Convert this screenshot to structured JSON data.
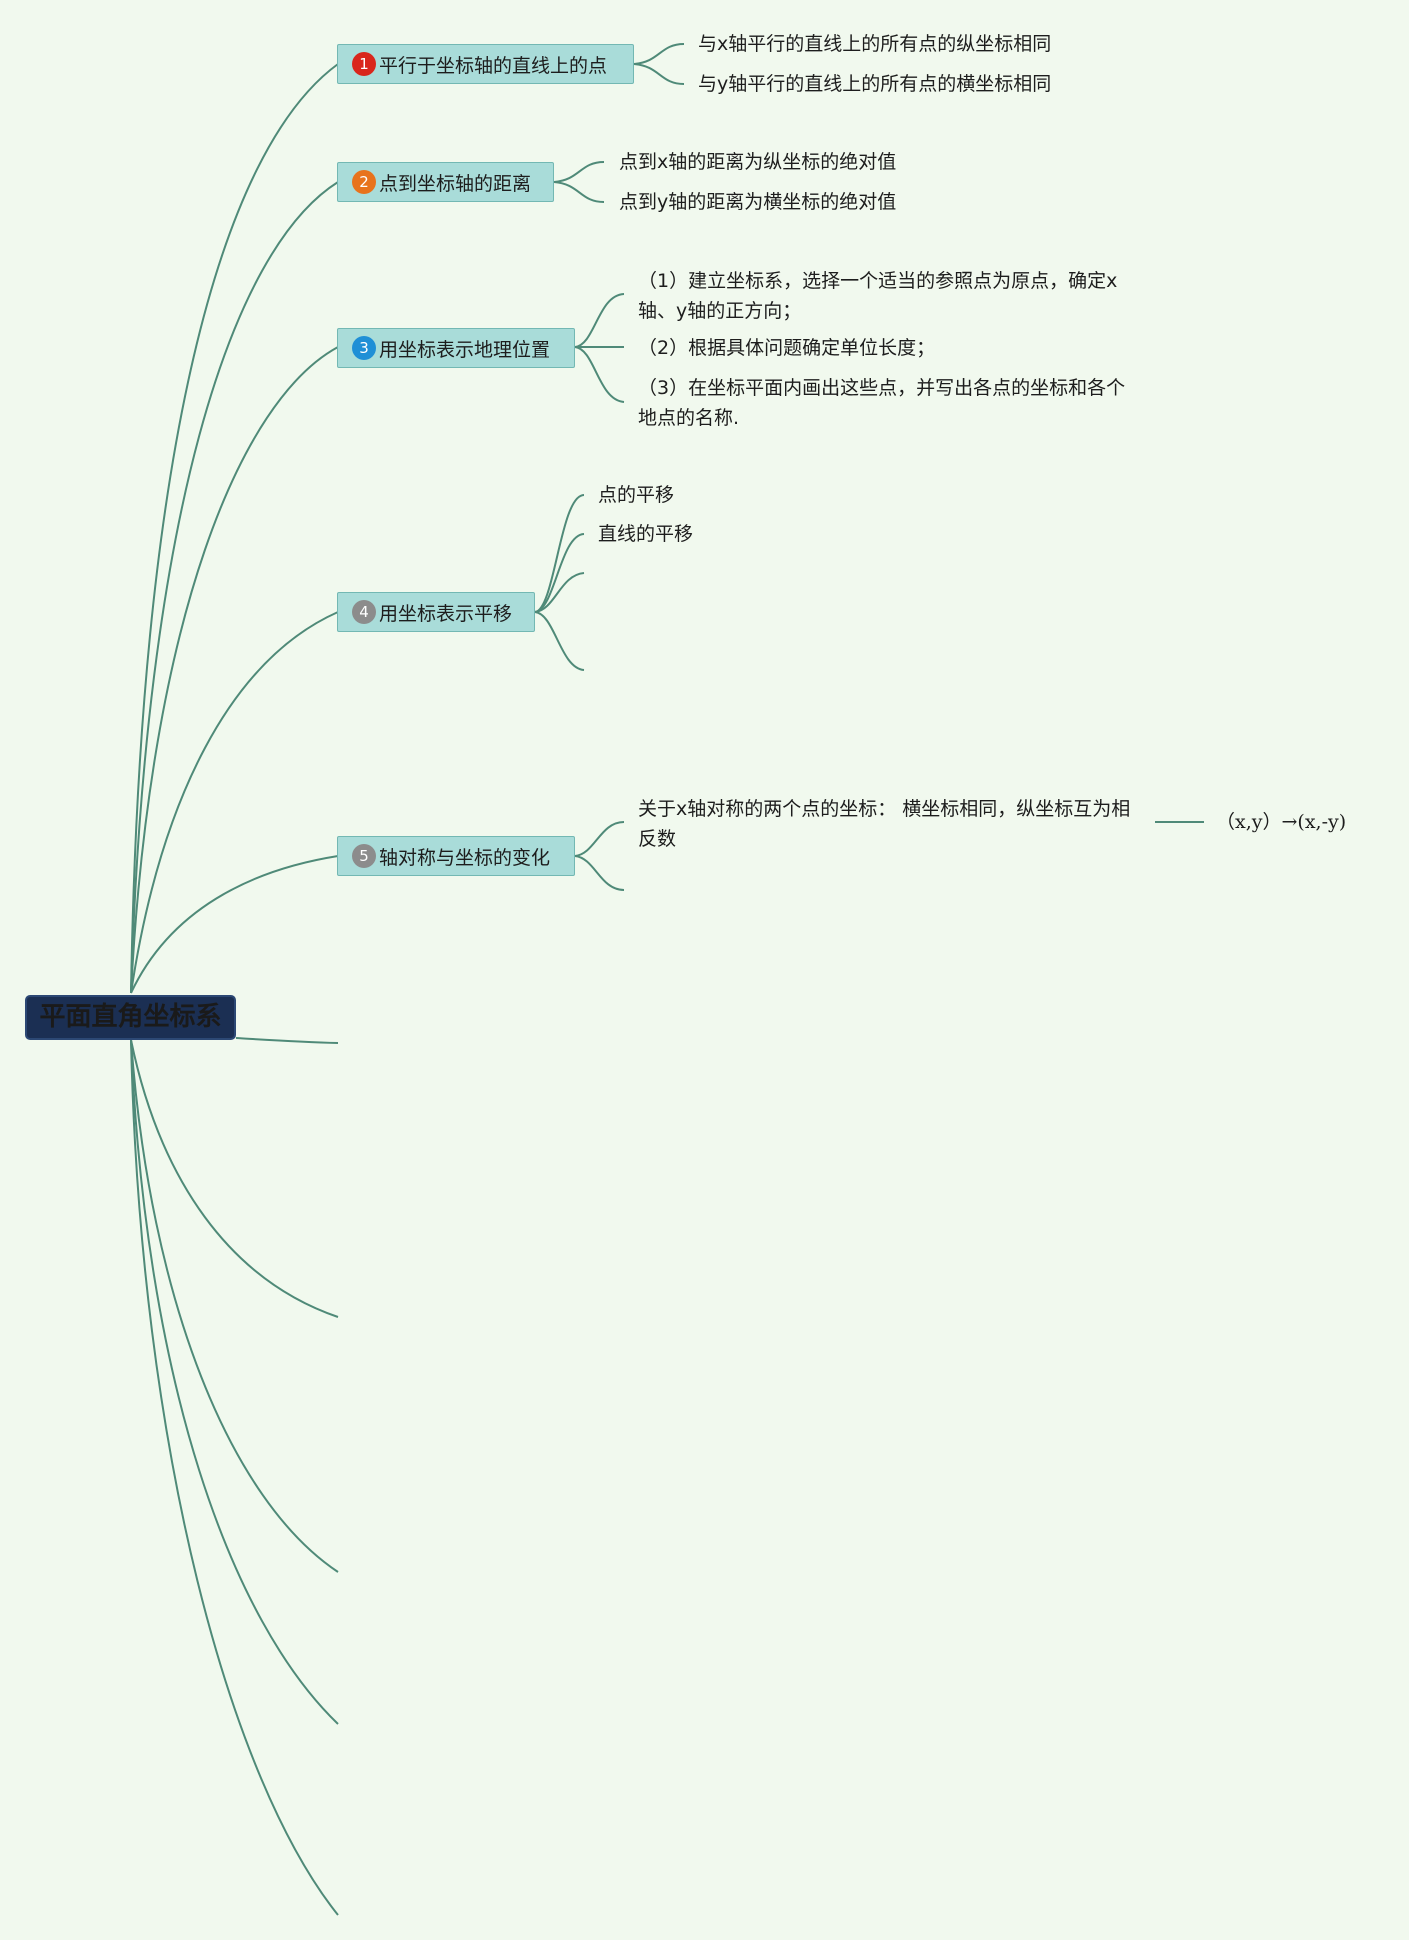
{
  "root": {
    "label": "平面直角坐标系"
  },
  "branches": [
    {
      "number": "1",
      "badge_color": "#d9261c",
      "label": "平行于坐标轴的直线上的点",
      "children": [
        "与x轴平行的直线上的所有点的纵坐标相同",
        "与y轴平行的直线上的所有点的横坐标相同"
      ]
    },
    {
      "number": "2",
      "badge_color": "#e8731c",
      "label": "点到坐标轴的距离",
      "children": [
        "点到x轴的距离为纵坐标的绝对值",
        "点到y轴的距离为横坐标的绝对值"
      ]
    },
    {
      "number": "3",
      "badge_color": "#1f8fd6",
      "label": "用坐标表示地理位置",
      "children": [
        "（1）建立坐标系，选择一个适当的参照点为原点，确定x轴、y轴的正方向；",
        "（2）根据具体问题确定单位长度；",
        "（3）在坐标平面内画出这些点，并写出各点的坐标和各个地点的名称."
      ]
    },
    {
      "number": "4",
      "badge_color": "#8c8c8c",
      "label": "用坐标表示平移",
      "children": [
        "点的平移",
        "直线的平移"
      ]
    },
    {
      "number": "5",
      "badge_color": "#8c8c8c",
      "label": "轴对称与坐标的变化",
      "children": [
        "关于x轴对称的两个点的坐标： 横坐标相同，纵坐标互为相反数"
      ],
      "formula": "（x,y）→(x,-y)"
    }
  ]
}
